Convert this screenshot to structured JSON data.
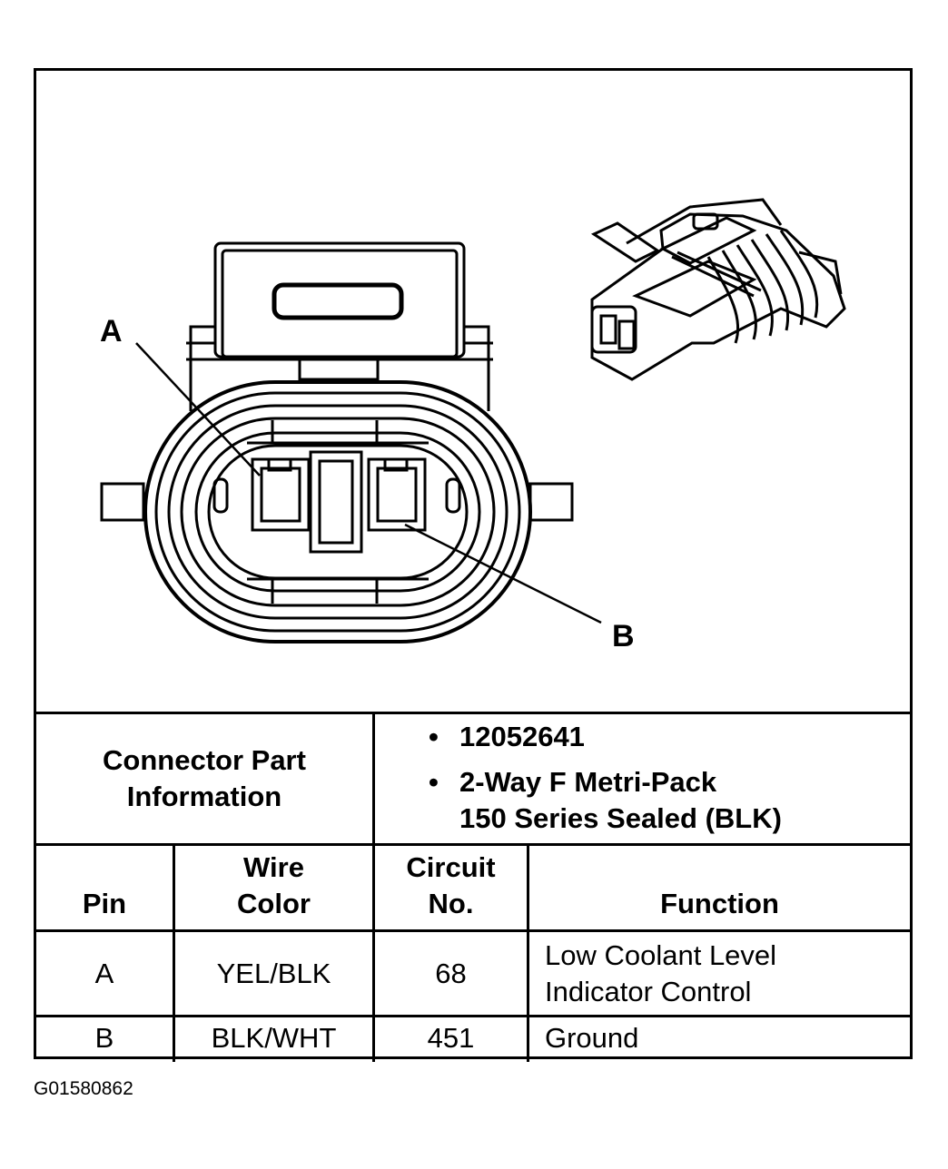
{
  "diagram": {
    "callout_a": "A",
    "callout_b": "B"
  },
  "part_info": {
    "label_line1": "Connector Part",
    "label_line2": "Information",
    "bullets": [
      {
        "lines": [
          "12052641"
        ]
      },
      {
        "lines": [
          "2-Way F Metri-Pack",
          "150 Series Sealed (BLK)"
        ]
      }
    ]
  },
  "pin_table": {
    "headers": {
      "pin": [
        "",
        "Pin"
      ],
      "wire_color": [
        "Wire",
        "Color"
      ],
      "circuit": [
        "Circuit",
        "No."
      ],
      "function": [
        "",
        "Function"
      ]
    },
    "rows": [
      {
        "pin": "A",
        "wire_color": "YEL/BLK",
        "circuit": "68",
        "function_lines": [
          "Low Coolant Level",
          "Indicator Control"
        ]
      },
      {
        "pin": "B",
        "wire_color": "BLK/WHT",
        "circuit": "451",
        "function_lines": [
          "Ground"
        ]
      }
    ]
  },
  "figure_id": "G01580862"
}
